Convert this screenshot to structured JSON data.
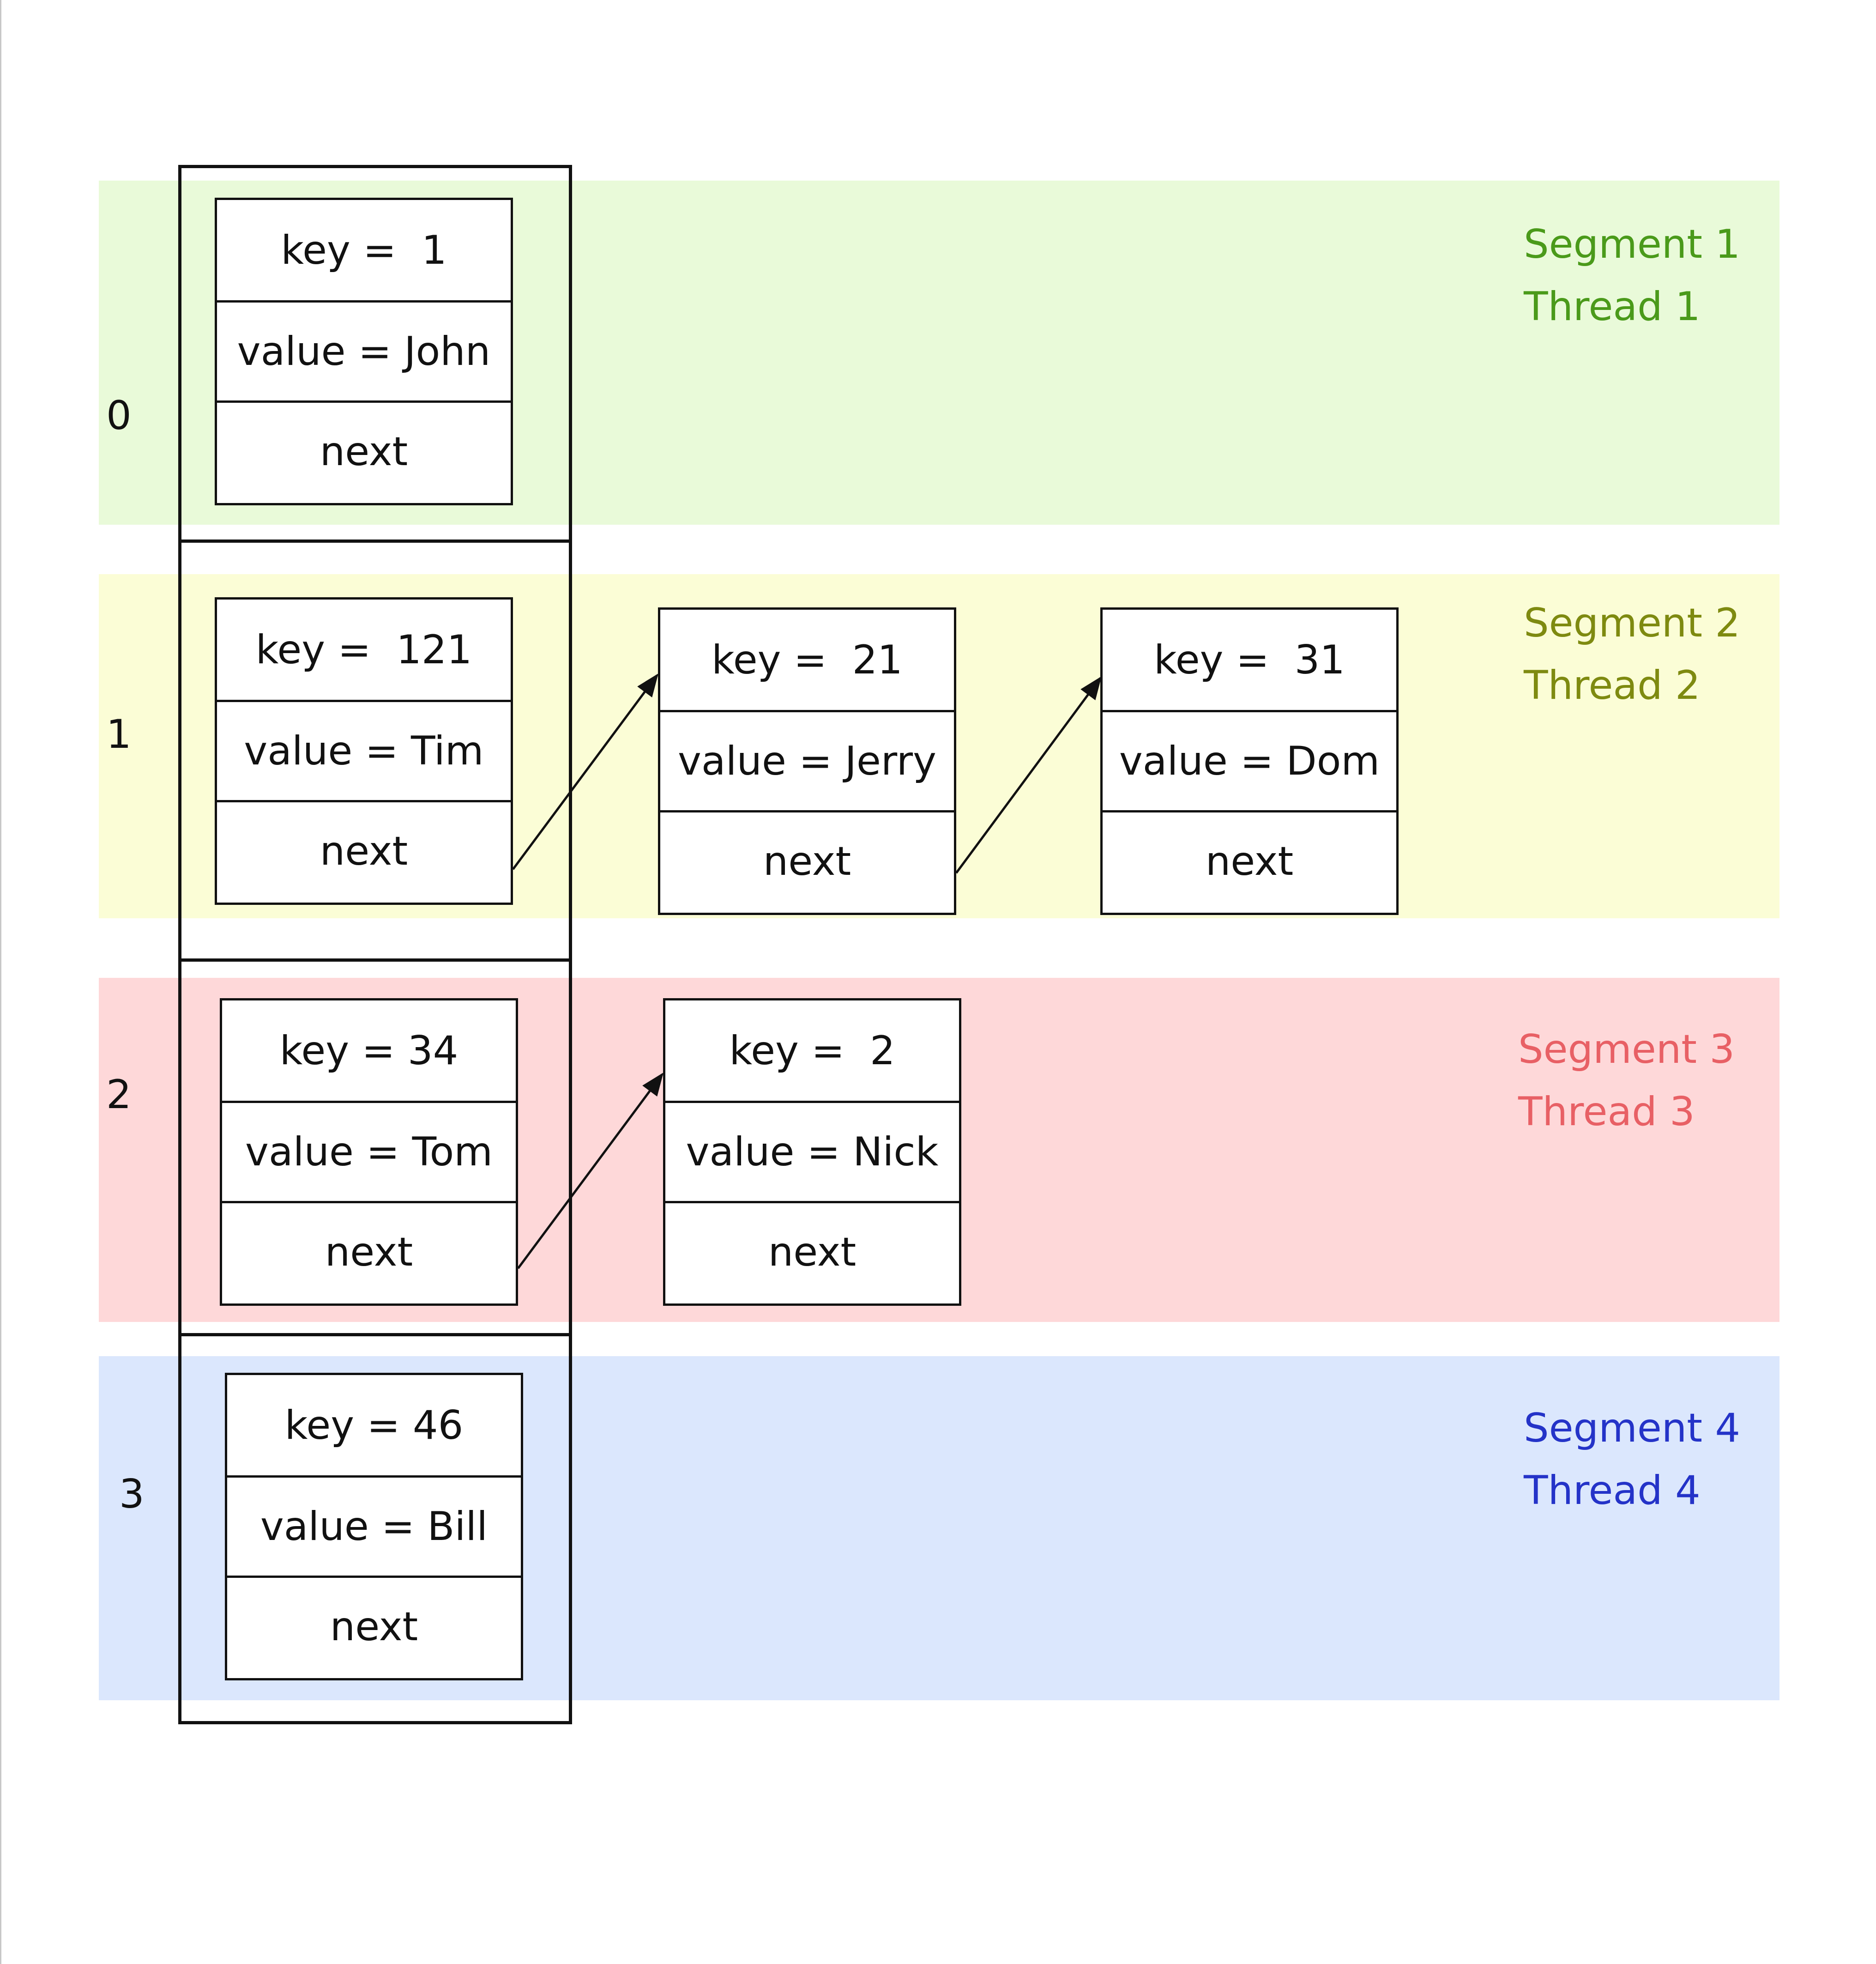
{
  "segments": [
    {
      "segment_label": "Segment 1",
      "thread_label": "Thread 1",
      "color": "#e9fad9",
      "text_color": "#4a9a1a"
    },
    {
      "segment_label": "Segment 2",
      "thread_label": "Thread 2",
      "color": "#fbfdd6",
      "text_color": "#7e8a10"
    },
    {
      "segment_label": "Segment 3",
      "thread_label": "Thread 3",
      "color": "#fed8d9",
      "text_color": "#e86065"
    },
    {
      "segment_label": "Segment 4",
      "thread_label": "Thread 4",
      "color": "#dbe7fd",
      "text_color": "#2433c8"
    }
  ],
  "buckets": [
    {
      "index": "0"
    },
    {
      "index": "1"
    },
    {
      "index": "2"
    },
    {
      "index": "3"
    }
  ],
  "nodes": [
    {
      "key": "key =  1",
      "value": "value = John",
      "next": "next"
    },
    {
      "key": "key =  121",
      "value": "value = Tim",
      "next": "next"
    },
    {
      "key": "key =  21",
      "value": "value = Jerry",
      "next": "next"
    },
    {
      "key": "key =  31",
      "value": "value = Dom",
      "next": "next"
    },
    {
      "key": "key = 34",
      "value": "value = Tom",
      "next": "next"
    },
    {
      "key": "key =  2",
      "value": "value = Nick",
      "next": "next"
    },
    {
      "key": "key = 46",
      "value": "value = Bill",
      "next": "next"
    }
  ]
}
